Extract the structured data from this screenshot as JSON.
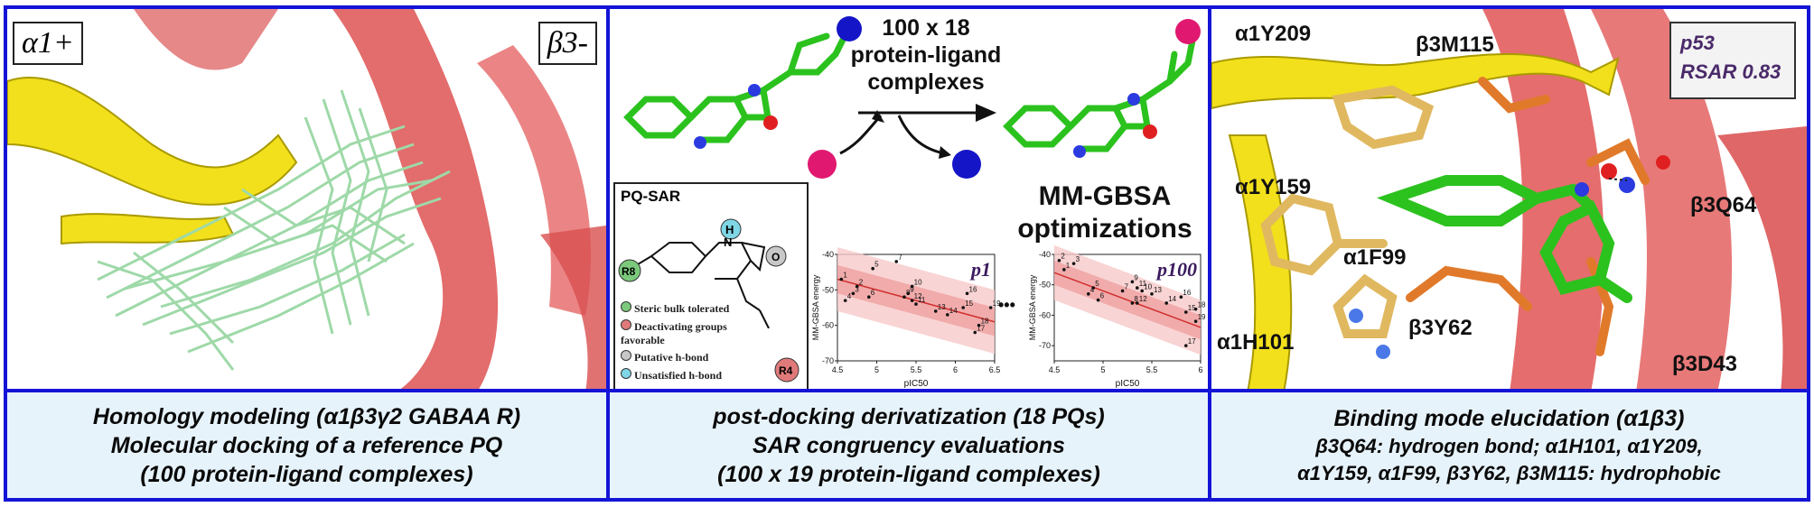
{
  "panel1": {
    "tag_left": "α1+",
    "tag_right": "β3-",
    "caption": [
      "Homology modeling (α1β3γ2 GABAA R)",
      "Molecular docking of a reference PQ",
      "(100 protein-ligand complexes)"
    ]
  },
  "panel2": {
    "complexes_title": [
      "100 x 18",
      "protein-ligand",
      "complexes"
    ],
    "mmgbsa": [
      "MM-GBSA",
      "optimizations"
    ],
    "sar_title": "PQ-SAR",
    "sar_atoms": {
      "h": "H",
      "n": "N",
      "r8": "R8",
      "r4": "R4",
      "o": "O"
    },
    "legend": [
      "Steric bulk tolerated",
      "Deactivating groups favorable",
      "Putative h-bond",
      "Unsatisfied h-bond"
    ],
    "legend_colors": [
      "#7cc97c",
      "#e07a7a",
      "#c8c8c8",
      "#7fd6e6"
    ],
    "plots": [
      {
        "label": "p1",
        "xlabel": "pIC50",
        "ylabel": "MM-GBSA energy"
      },
      {
        "label": "p100",
        "xlabel": "pIC50",
        "ylabel": "MM-GBSA energy"
      }
    ],
    "ellipsis": "•••",
    "caption": [
      "post-docking derivatization (18 PQs)",
      "SAR congruency evaluations",
      "(100 x 19 protein-ligand complexes)"
    ]
  },
  "panel3": {
    "labels": [
      "α1Y209",
      "β3M115",
      "α1Y159",
      "β3Q64",
      "α1F99",
      "β3Y62",
      "α1H101",
      "β3D43"
    ],
    "info": [
      "p53",
      "RSAR 0.83"
    ],
    "caption": [
      "Binding mode elucidation (α1β3)",
      "β3Q64: hydrogen bond; α1H101, α1Y209,",
      "α1Y159, α1F99, β3Y62, β3M115: hydrophobic"
    ]
  },
  "chart_data": [
    {
      "type": "scatter",
      "title": "p1",
      "xlabel": "pIC50",
      "ylabel": "MM-GBSA energy",
      "xlim": [
        4.5,
        6.5
      ],
      "ylim": [
        -70,
        -40
      ],
      "xticks": [
        4.5,
        5,
        5.5,
        6,
        6.5
      ],
      "yticks": [
        -40,
        -50,
        -60,
        -70
      ],
      "points": [
        {
          "label": "1",
          "x": 4.55,
          "y": -47
        },
        {
          "label": "2",
          "x": 4.75,
          "y": -49
        },
        {
          "label": "3",
          "x": 4.7,
          "y": -51
        },
        {
          "label": "4",
          "x": 4.6,
          "y": -53
        },
        {
          "label": "5",
          "x": 4.95,
          "y": -44
        },
        {
          "label": "6",
          "x": 4.9,
          "y": -52
        },
        {
          "label": "7",
          "x": 5.25,
          "y": -42
        },
        {
          "label": "8",
          "x": 5.35,
          "y": -52
        },
        {
          "label": "9",
          "x": 5.4,
          "y": -51
        },
        {
          "label": "10",
          "x": 5.45,
          "y": -49
        },
        {
          "label": "11",
          "x": 5.5,
          "y": -54
        },
        {
          "label": "12",
          "x": 5.45,
          "y": -53
        },
        {
          "label": "13",
          "x": 5.75,
          "y": -56
        },
        {
          "label": "14",
          "x": 5.9,
          "y": -57
        },
        {
          "label": "15",
          "x": 6.1,
          "y": -55
        },
        {
          "label": "16",
          "x": 6.15,
          "y": -51
        },
        {
          "label": "17",
          "x": 6.25,
          "y": -62
        },
        {
          "label": "18",
          "x": 6.3,
          "y": -60
        },
        {
          "label": "19",
          "x": 6.45,
          "y": -55
        }
      ],
      "fit": [
        [
          4.5,
          -47
        ],
        [
          6.5,
          -59
        ]
      ]
    },
    {
      "type": "scatter",
      "title": "p100",
      "xlabel": "pIC50",
      "ylabel": "MM-GBSA energy",
      "xlim": [
        4.5,
        6.0
      ],
      "ylim": [
        -75,
        -40
      ],
      "xticks": [
        4.5,
        5,
        5.5,
        6
      ],
      "yticks": [
        -40,
        -45,
        -50,
        -55,
        -60,
        -65,
        -70,
        -75
      ],
      "points": [
        {
          "label": "1",
          "x": 4.6,
          "y": -45
        },
        {
          "label": "2",
          "x": 4.55,
          "y": -42
        },
        {
          "label": "3",
          "x": 4.7,
          "y": -43
        },
        {
          "label": "4",
          "x": 4.85,
          "y": -53
        },
        {
          "label": "5",
          "x": 4.9,
          "y": -51
        },
        {
          "label": "6",
          "x": 4.95,
          "y": -55
        },
        {
          "label": "7",
          "x": 5.2,
          "y": -52
        },
        {
          "label": "8",
          "x": 5.3,
          "y": -56
        },
        {
          "label": "9",
          "x": 5.3,
          "y": -49
        },
        {
          "label": "10",
          "x": 5.4,
          "y": -52
        },
        {
          "label": "11",
          "x": 5.35,
          "y": -51
        },
        {
          "label": "12",
          "x": 5.35,
          "y": -56
        },
        {
          "label": "13",
          "x": 5.5,
          "y": -53
        },
        {
          "label": "14",
          "x": 5.65,
          "y": -56
        },
        {
          "label": "15",
          "x": 5.85,
          "y": -59
        },
        {
          "label": "16",
          "x": 5.8,
          "y": -54
        },
        {
          "label": "17",
          "x": 5.85,
          "y": -70
        },
        {
          "label": "18",
          "x": 5.95,
          "y": -58
        },
        {
          "label": "19",
          "x": 5.95,
          "y": -62
        }
      ],
      "fit": [
        [
          4.5,
          -46
        ],
        [
          6.0,
          -64
        ]
      ]
    }
  ]
}
